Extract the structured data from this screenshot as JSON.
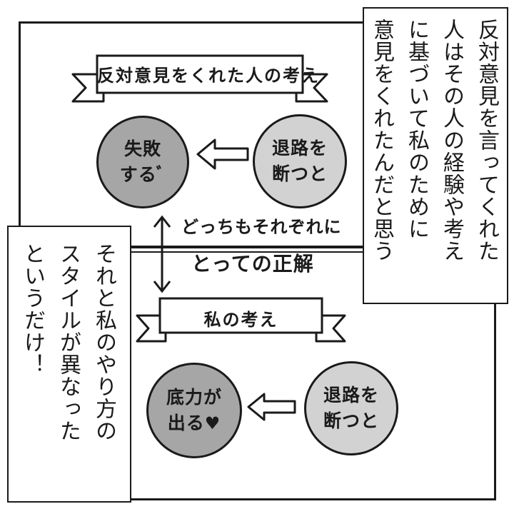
{
  "top_banner": {
    "text": "反対意見をくれた人の考え"
  },
  "top_left_circle": {
    "text": "失敗\nするﾞ"
  },
  "top_right_circle": {
    "text": "退路を\n断つと"
  },
  "both_correct": {
    "line1": "どっちもそれぞれに",
    "line2": "とっての正解"
  },
  "bottom_banner": {
    "text": "私の考え"
  },
  "bottom_left_circle": {
    "text": "底力が\n出る"
  },
  "bottom_left_heart": "♥",
  "bottom_right_circle": {
    "text": "退路を\n断つと"
  },
  "right_note": {
    "lines": [
      "反対意見を言ってくれた",
      "人はその人の経験や考え",
      "に基づいて私のために",
      "意見をくれたんだと思う"
    ]
  },
  "left_note": {
    "lines": [
      "それと私のやり方の",
      "スタイルが異なった",
      "というだけ！"
    ]
  },
  "colors": {
    "ink": "#1a1a1a",
    "dark_circle": "#a6a6a6",
    "light_circle": "#d2d2d2",
    "paper": "#ffffff"
  }
}
